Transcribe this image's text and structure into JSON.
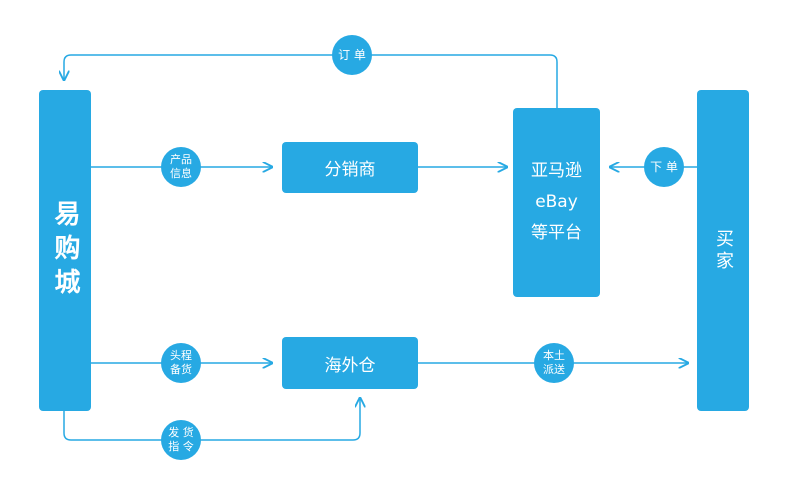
{
  "nodes": {
    "yigoucheng": "易购城",
    "fenxiaoshang": "分销商",
    "platform": [
      "亚马逊",
      "eBay",
      "等平台"
    ],
    "haiwaicang": "海外仓",
    "maijia": "买家"
  },
  "edges": {
    "order": "订 单",
    "product_info": "产品\n信息",
    "place_order": "下 单",
    "stocking": "头程\n备货",
    "local_delivery": "本土\n派送",
    "ship_command": "发 货\n指 令"
  },
  "colors": {
    "accent": "#27a9e3"
  }
}
